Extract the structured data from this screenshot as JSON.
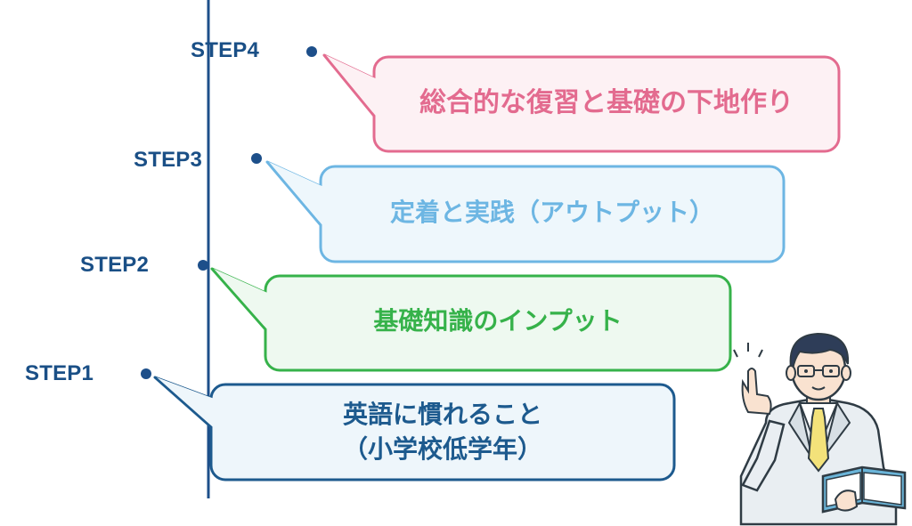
{
  "steps": [
    {
      "label": "STEP4",
      "text": "総合的な復習と基礎の下地作り",
      "color": "#e36b8f",
      "fill": "#fdf1f4"
    },
    {
      "label": "STEP3",
      "text": "定着と実践（アウトプット）",
      "color": "#6db6e3",
      "fill": "#eef7fc"
    },
    {
      "label": "STEP2",
      "text": "基礎知識のインプット",
      "color": "#36b24a",
      "fill": "#eef9f0"
    },
    {
      "label": "STEP1",
      "text_line1": "英語に慣れること",
      "text_line2": "（小学校低学年）",
      "color": "#1d5a8e",
      "fill": "#eef6fb"
    }
  ],
  "colors": {
    "axis": "#1d4f8a",
    "dot": "#1d4f8a",
    "label": "#1a4f86"
  },
  "illustration": "teacher-holding-book-pointing-up"
}
